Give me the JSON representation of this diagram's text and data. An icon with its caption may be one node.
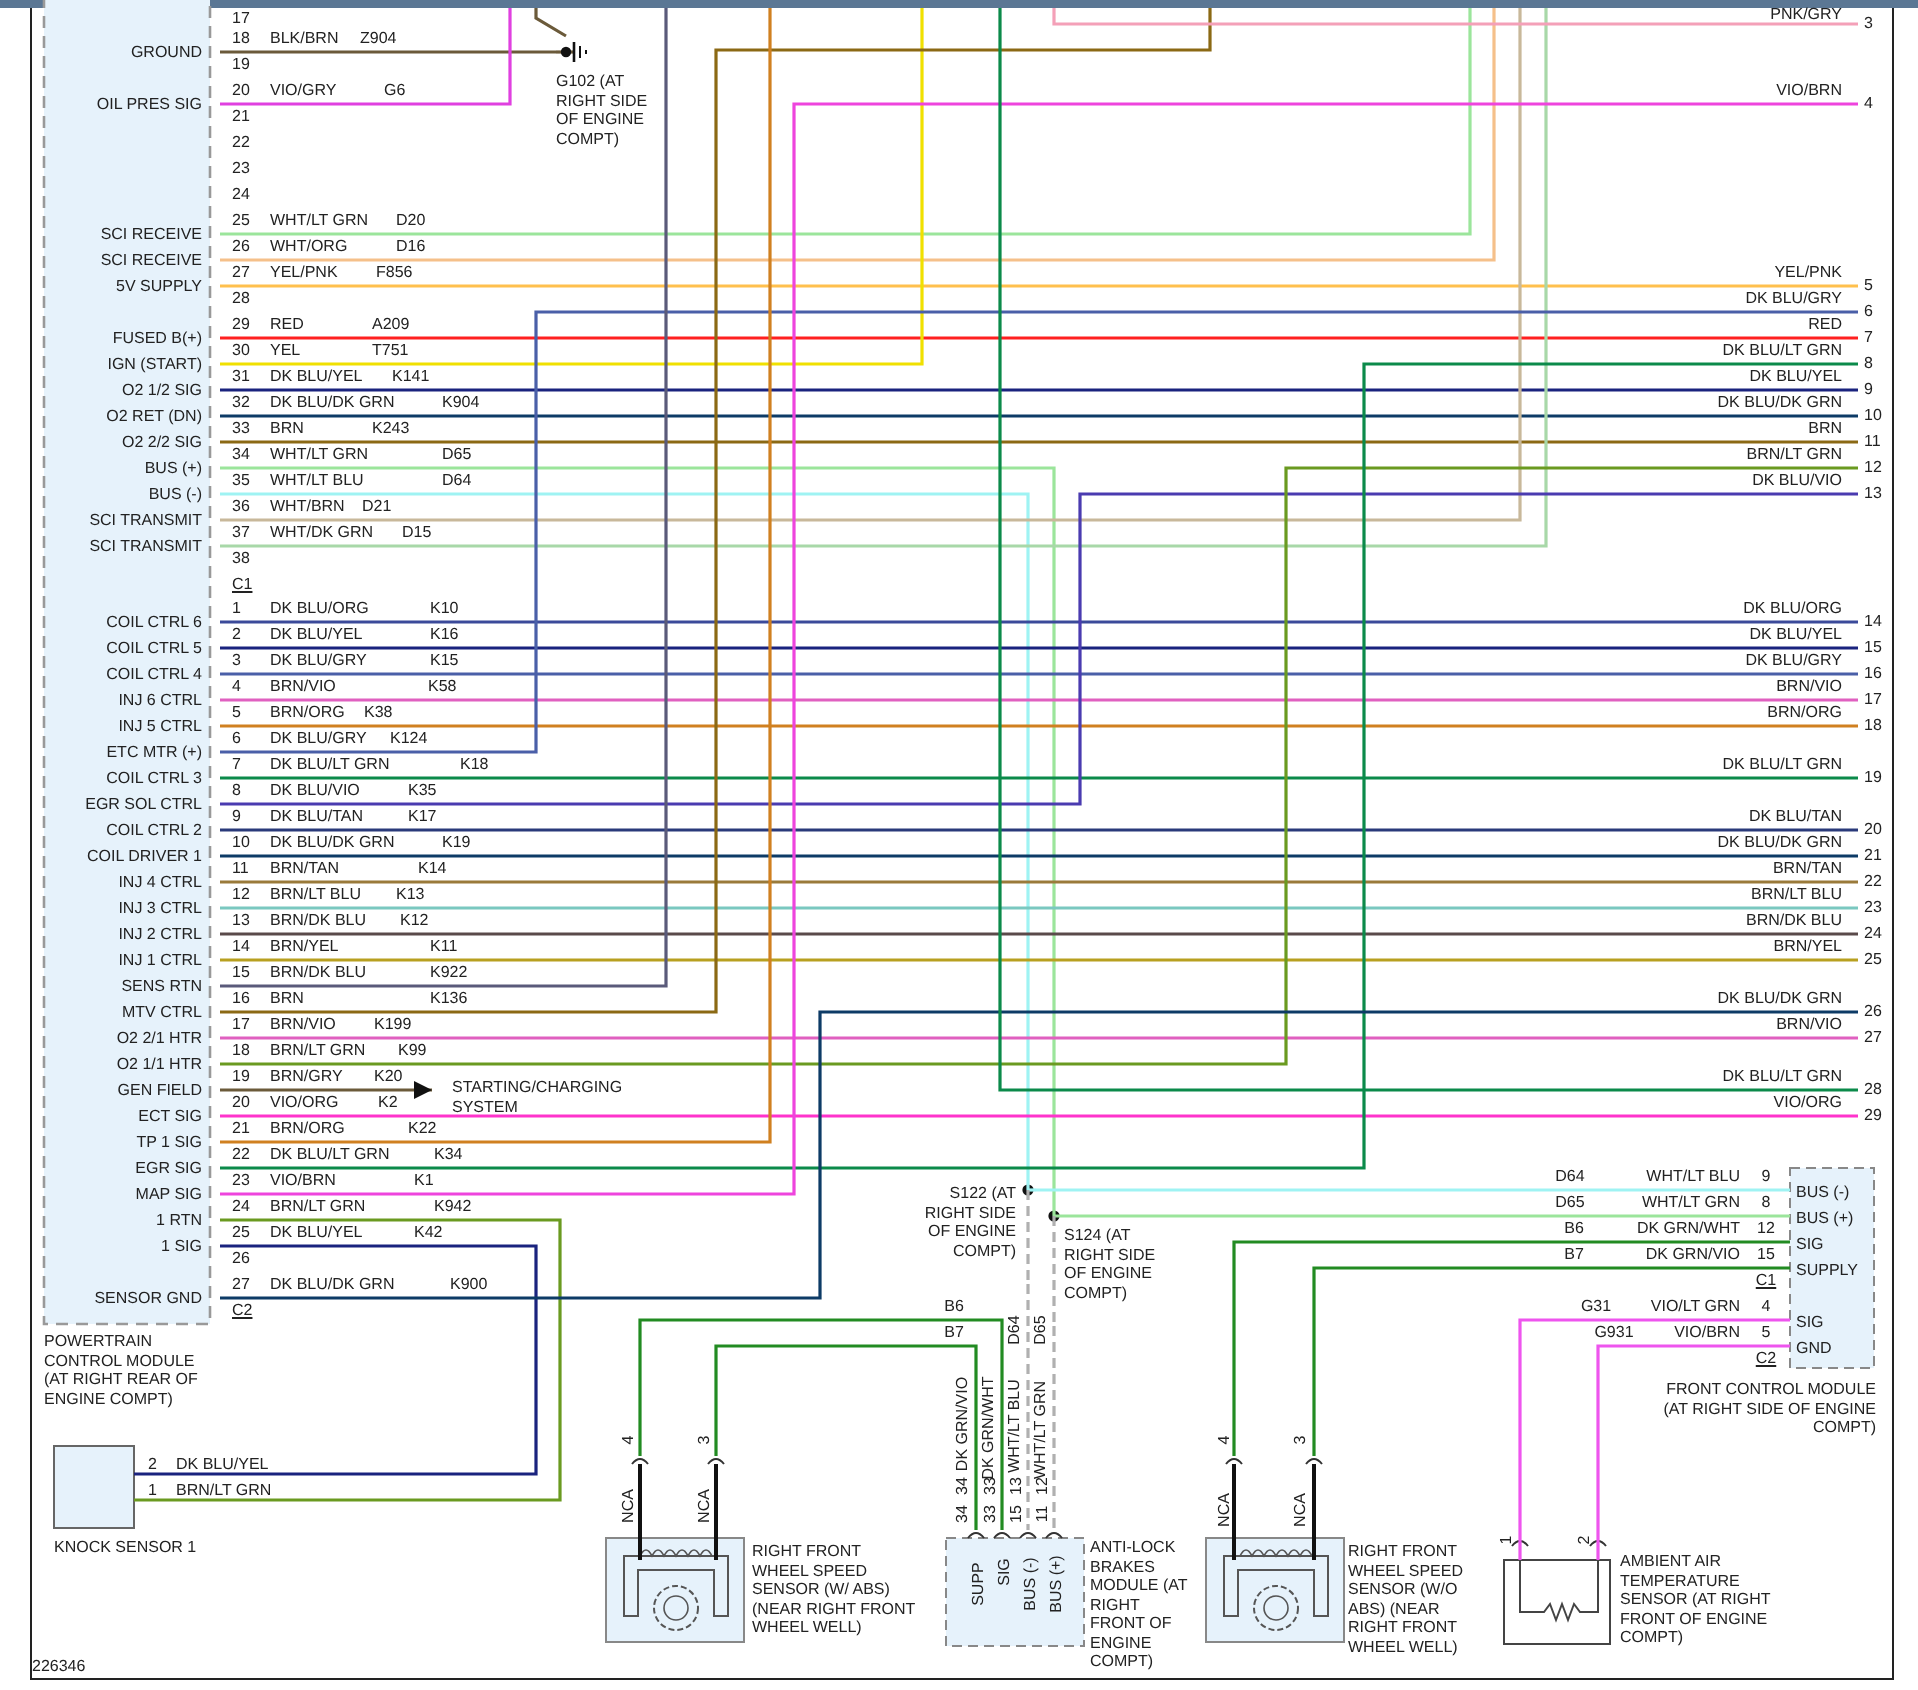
{
  "diagram": {
    "nodes": [
      {
        "text": [
          "POWERTRAIN CONTROL MODULE (AT RIGHT REAR OF ENGINE COMPT)"
        ]
      },
      {
        "text": [
          "G102 (AT RIGHT SIDE OF ENGINE COMPT)"
        ]
      },
      {
        "text": [
          "STARTING/CHARGING SYSTEM"
        ]
      },
      {
        "text": [
          "S122 (AT RIGHT SIDE OF ENGINE COMPT)"
        ]
      },
      {
        "text": [
          "S124 (AT RIGHT SIDE OF ENGINE COMPT)"
        ]
      },
      {
        "text": [
          "KNOCK SENSOR 1"
        ]
      },
      {
        "text": [
          "RIGHT FRONT WHEEL SPEED SENSOR (W/ ABS) (NEAR RIGHT FRONT WHEEL WELL)"
        ]
      },
      {
        "text": [
          "ANTI-LOCK BRAKES MODULE (AT RIGHT FRONT OF ENGINE COMPT)"
        ]
      },
      {
        "text": [
          "RIGHT FRONT WHEEL SPEED SENSOR (W/O ABS) (NEAR RIGHT FRONT WHEEL WELL)"
        ]
      },
      {
        "text": [
          "FRONT CONTROL MODULE (AT RIGHT SIDE OF ENGINE COMPT)"
        ]
      },
      {
        "text": [
          "AMBIENT AIR TEMPERATURE SENSOR (AT RIGHT FRONT OF ENGINE COMPT)"
        ]
      },
      {
        "text": [
          "3"
        ]
      },
      {
        "text": [
          "4"
        ]
      },
      {
        "text": [
          "5"
        ]
      },
      {
        "text": [
          "6"
        ]
      },
      {
        "text": [
          "7"
        ]
      },
      {
        "text": [
          "8"
        ]
      },
      {
        "text": [
          "9"
        ]
      },
      {
        "text": [
          "10"
        ]
      },
      {
        "text": [
          "11"
        ]
      },
      {
        "text": [
          "12"
        ]
      },
      {
        "text": [
          "13"
        ]
      },
      {
        "text": [
          "14"
        ]
      },
      {
        "text": [
          "15"
        ]
      },
      {
        "text": [
          "16"
        ]
      },
      {
        "text": [
          "17"
        ]
      },
      {
        "text": [
          "18"
        ]
      },
      {
        "text": [
          "19"
        ]
      },
      {
        "text": [
          "20"
        ]
      },
      {
        "text": [
          "21"
        ]
      },
      {
        "text": [
          "22"
        ]
      },
      {
        "text": [
          "23"
        ]
      },
      {
        "text": [
          "24"
        ]
      },
      {
        "text": [
          "25"
        ]
      },
      {
        "text": [
          "26"
        ]
      },
      {
        "text": [
          "27"
        ]
      },
      {
        "text": [
          "28"
        ]
      },
      {
        "text": [
          "29"
        ]
      }
    ],
    "edges": [
      {
        "from": 0,
        "to": 1,
        "arrow": "none",
        "color": "#6b5a3a"
      },
      {
        "from": 1,
        "to": null,
        "arrow": "none",
        "color": "#6b5a3a"
      },
      {
        "from": 0,
        "to": null,
        "arrow": "none",
        "color": "#e040e0"
      },
      {
        "from": 0,
        "to": null,
        "arrow": "none",
        "color": "#9be59b"
      },
      {
        "from": 0,
        "to": null,
        "arrow": "none",
        "color": "#f5c08a"
      },
      {
        "from": 0,
        "to": 13,
        "arrow": "none",
        "color": "#ffc04d"
      },
      {
        "from": 0,
        "to": 15,
        "arrow": "none",
        "color": "#ff2020"
      },
      {
        "from": 0,
        "to": null,
        "arrow": "none",
        "color": "#f0e000"
      },
      {
        "from": 0,
        "to": 17,
        "arrow": "none",
        "color": "#1a237e"
      },
      {
        "from": 0,
        "to": 18,
        "arrow": "none",
        "color": "#0d3b66"
      },
      {
        "from": 0,
        "to": 19,
        "arrow": "none",
        "color": "#8b6914"
      },
      {
        "from": 0,
        "to": 4,
        "arrow": "none",
        "color": "#9be59b"
      },
      {
        "from": 0,
        "to": 3,
        "arrow": "none",
        "color": "#9ff3f3"
      },
      {
        "from": 0,
        "to": null,
        "arrow": "none",
        "color": "#c8b89a"
      },
      {
        "from": 0,
        "to": null,
        "arrow": "none",
        "color": "#a8d8a8"
      },
      {
        "from": 0,
        "to": 22,
        "arrow": "none",
        "color": "#3b4a9a"
      },
      {
        "from": 0,
        "to": 23,
        "arrow": "none",
        "color": "#1a237e"
      },
      {
        "from": 0,
        "to": 24,
        "arrow": "none",
        "color": "#4a5fa8"
      },
      {
        "from": 0,
        "to": 25,
        "arrow": "none",
        "color": "#e060c0"
      },
      {
        "from": 0,
        "to": 26,
        "arrow": "none",
        "color": "#d08020"
      },
      {
        "from": 0,
        "to": 14,
        "arrow": "none",
        "color": "#4a5fa8"
      },
      {
        "from": 0,
        "to": 27,
        "arrow": "none",
        "color": "#0b8a4a"
      },
      {
        "from": 0,
        "to": 21,
        "arrow": "none",
        "color": "#4a3bb0"
      },
      {
        "from": 0,
        "to": 28,
        "arrow": "none",
        "color": "#2a3a7a"
      },
      {
        "from": 0,
        "to": 29,
        "arrow": "none",
        "color": "#0d3b66"
      },
      {
        "from": 0,
        "to": 30,
        "arrow": "none",
        "color": "#9a7a3a"
      },
      {
        "from": 0,
        "to": 31,
        "arrow": "none",
        "color": "#7ac8c0"
      },
      {
        "from": 0,
        "to": 32,
        "arrow": "none",
        "color": "#5a4a4a"
      },
      {
        "from": 0,
        "to": 33,
        "arrow": "none",
        "color": "#b8a020"
      },
      {
        "from": 0,
        "to": null,
        "arrow": "none",
        "color": "#5a5a7a"
      },
      {
        "from": 0,
        "to": null,
        "arrow": "none",
        "color": "#8b6914"
      },
      {
        "from": 0,
        "to": 35,
        "arrow": "none",
        "color": "#e060c0"
      },
      {
        "from": 0,
        "to": 20,
        "arrow": "none",
        "color": "#6a9a20"
      },
      {
        "from": 0,
        "to": 2,
        "arrow": "to",
        "color": "#6b5a3a"
      },
      {
        "from": 0,
        "to": 37,
        "arrow": "none",
        "color": "#ff33cc"
      },
      {
        "from": 0,
        "to": null,
        "arrow": "none",
        "color": "#d08020"
      },
      {
        "from": 0,
        "to": 16,
        "arrow": "none",
        "color": "#0b8a4a"
      },
      {
        "from": 0,
        "to": 12,
        "arrow": "none",
        "color": "#ee44dd"
      },
      {
        "from": 0,
        "to": 5,
        "arrow": "none",
        "color": "#6a9a20"
      },
      {
        "from": 0,
        "to": 5,
        "arrow": "none",
        "color": "#1a237e"
      },
      {
        "from": 0,
        "to": 34,
        "arrow": "none",
        "color": "#0d3b66"
      },
      {
        "from": 3,
        "to": 9,
        "arrow": "none",
        "color": "#9ff3f3"
      },
      {
        "from": 3,
        "to": 7,
        "arrow": "none",
        "style": "dashed",
        "color": "#b0b0b0"
      },
      {
        "from": 4,
        "to": 9,
        "arrow": "none",
        "color": "#9be59b"
      },
      {
        "from": 4,
        "to": 7,
        "arrow": "none",
        "style": "dashed",
        "color": "#b0b0b0"
      },
      {
        "from": 6,
        "to": 7,
        "arrow": "none",
        "color": "#228b22"
      },
      {
        "from": 6,
        "to": 7,
        "arrow": "none",
        "color": "#228b22"
      },
      {
        "from": 8,
        "to": 9,
        "arrow": "none",
        "color": "#228b22"
      },
      {
        "from": 8,
        "to": 9,
        "arrow": "none",
        "color": "#228b22"
      },
      {
        "from": 10,
        "to": 9,
        "arrow": "none",
        "color": "#ee55ee"
      },
      {
        "from": 10,
        "to": 9,
        "arrow": "none",
        "color": "#ee55ee"
      },
      {
        "from": null,
        "to": 11,
        "arrow": "none",
        "color": "#f4a0b8"
      },
      {
        "from": null,
        "to": 36,
        "arrow": "none",
        "color": "#0b8a4a"
      }
    ],
    "labels": [
      "17",
      "GROUND",
      "18",
      "BLK/BRN",
      "Z904",
      "19",
      "OIL PRES SIG",
      "20",
      "VIO/GRY",
      "G6",
      "21",
      "22",
      "23",
      "24",
      "SCI RECEIVE",
      "25",
      "WHT/LT GRN",
      "D20",
      "SCI RECEIVE",
      "26",
      "WHT/ORG",
      "D16",
      "5V SUPPLY",
      "27",
      "YEL/PNK",
      "F856",
      "28",
      "FUSED B(+)",
      "29",
      "RED",
      "A209",
      "IGN (START)",
      "30",
      "YEL",
      "T751",
      "O2 1/2 SIG",
      "31",
      "DK BLU/YEL",
      "K141",
      "O2 RET (DN)",
      "32",
      "DK BLU/DK GRN",
      "K904",
      "O2 2/2 SIG",
      "33",
      "BRN",
      "K243",
      "BUS (+)",
      "34",
      "WHT/LT GRN",
      "D65",
      "BUS (-)",
      "35",
      "WHT/LT BLU",
      "D64",
      "SCI TRANSMIT",
      "36",
      "WHT/BRN",
      "D21",
      "SCI TRANSMIT",
      "37",
      "WHT/DK GRN",
      "D15",
      "38",
      "C1",
      "COIL CTRL 6",
      "1",
      "DK BLU/ORG",
      "K10",
      "COIL CTRL 5",
      "2",
      "DK BLU/YEL",
      "K16",
      "COIL CTRL 4",
      "3",
      "DK BLU/GRY",
      "K15",
      "INJ 6 CTRL",
      "4",
      "BRN/VIO",
      "K58",
      "INJ 5 CTRL",
      "5",
      "BRN/ORG",
      "K38",
      "ETC MTR (+)",
      "6",
      "DK BLU/GRY",
      "K124",
      "COIL CTRL 3",
      "7",
      "DK BLU/LT GRN",
      "K18",
      "EGR SOL CTRL",
      "8",
      "DK BLU/VIO",
      "K35",
      "COIL CTRL 2",
      "9",
      "DK BLU/TAN",
      "K17",
      "COIL DRIVER 1",
      "10",
      "DK BLU/DK GRN",
      "K19",
      "INJ 4 CTRL",
      "11",
      "BRN/TAN",
      "K14",
      "INJ 3 CTRL",
      "12",
      "BRN/LT BLU",
      "K13",
      "INJ 2 CTRL",
      "13",
      "BRN/DK BLU",
      "K12",
      "INJ 1 CTRL",
      "14",
      "BRN/YEL",
      "K11",
      "SENS RTN",
      "15",
      "BRN/DK BLU",
      "K922",
      "MTV CTRL",
      "16",
      "BRN",
      "K136",
      "O2 2/1 HTR",
      "17",
      "BRN/VIO",
      "K199",
      "O2 1/1 HTR",
      "18",
      "BRN/LT GRN",
      "K99",
      "GEN FIELD",
      "19",
      "BRN/GRY",
      "K20",
      "ECT SIG",
      "20",
      "VIO/ORG",
      "K2",
      "TP 1 SIG",
      "21",
      "BRN/ORG",
      "K22",
      "EGR SIG",
      "22",
      "DK BLU/LT GRN",
      "K34",
      "MAP SIG",
      "23",
      "VIO/BRN",
      "K1",
      "1 RTN",
      "24",
      "BRN/LT GRN",
      "K942",
      "1 SIG",
      "25",
      "DK BLU/YEL",
      "K42",
      "26",
      "SENSOR GND",
      "27",
      "DK BLU/DK GRN",
      "K900",
      "C2",
      "PNK/GRY",
      "VIO/BRN",
      "YEL/PNK",
      "DK BLU/GRY",
      "RED",
      "DK BLU/LT GRN",
      "DK BLU/YEL",
      "DK BLU/DK GRN",
      "BRN",
      "BRN/LT GRN",
      "DK BLU/VIO",
      "DK BLU/ORG",
      "DK BLU/YEL",
      "DK BLU/GRY",
      "BRN/VIO",
      "BRN/ORG",
      "DK BLU/LT GRN",
      "DK BLU/TAN",
      "DK BLU/DK GRN",
      "BRN/TAN",
      "BRN/LT BLU",
      "BRN/DK BLU",
      "BRN/YEL",
      "DK BLU/DK GRN",
      "BRN/VIO",
      "DK BLU/LT GRN",
      "VIO/ORG",
      "2",
      "DK BLU/YEL",
      "1",
      "BRN/LT GRN",
      "4",
      "3",
      "NCA",
      "NCA",
      "B6",
      "B7",
      "D64",
      "D65",
      "DK GRN/VIO",
      "DK GRN/WHT",
      "WHT/LT BLU",
      "WHT/LT GRN",
      "34",
      "33",
      "13",
      "12",
      "34",
      "33",
      "15",
      "11",
      "SUPP",
      "SIG",
      "BUS (-)",
      "BUS (+)",
      "4",
      "3",
      "NCA",
      "NCA",
      "D64",
      "WHT/LT BLU",
      "9",
      "D65",
      "WHT/LT GRN",
      "8",
      "B6",
      "DK GRN/WHT",
      "12",
      "B7",
      "DK GRN/VIO",
      "15",
      "C1",
      "G31",
      "VIO/LT GRN",
      "4",
      "G931",
      "VIO/BRN",
      "5",
      "C2",
      "BUS (-)",
      "BUS (+)",
      "SIG",
      "SUPPLY",
      "SIG",
      "GND",
      "1",
      "2",
      "226346"
    ]
  }
}
